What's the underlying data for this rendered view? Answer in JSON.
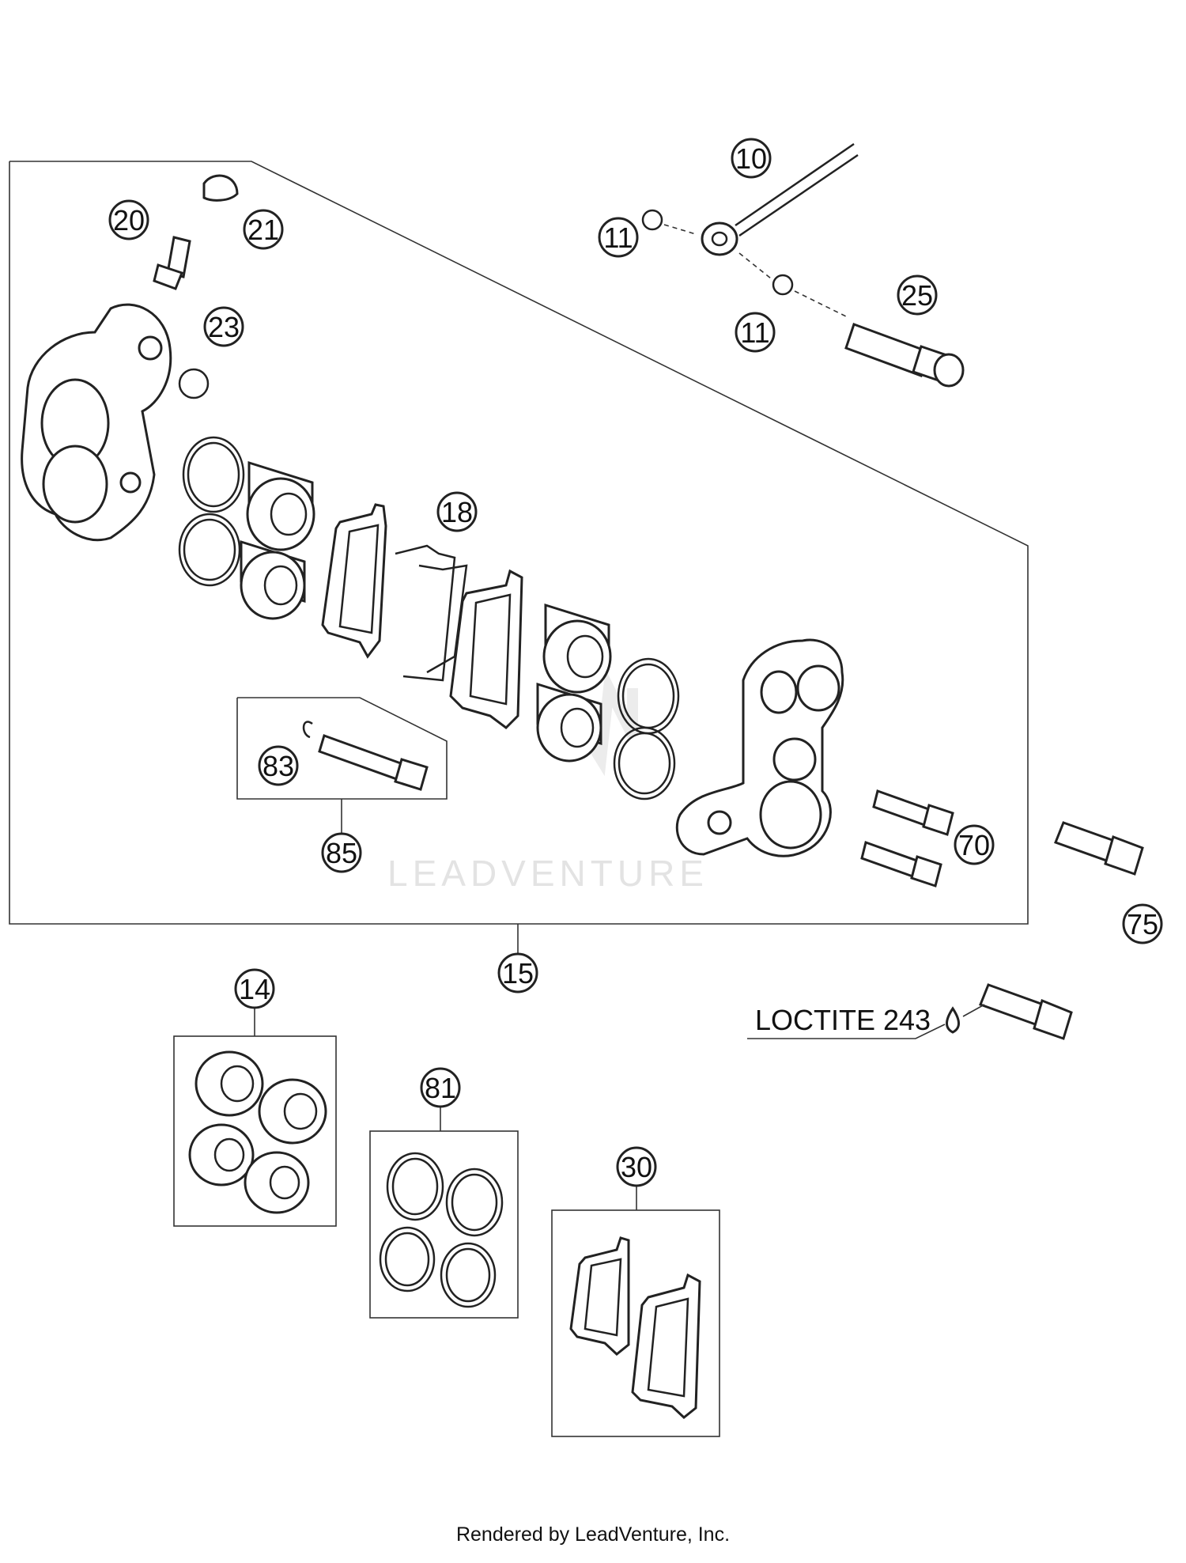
{
  "callouts": {
    "c10": "10",
    "c11a": "11",
    "c11b": "11",
    "c25": "25",
    "c20": "20",
    "c21": "21",
    "c23": "23",
    "c18": "18",
    "c83": "83",
    "c85": "85",
    "c70": "70",
    "c75": "75",
    "c15": "15",
    "c14": "14",
    "c81": "81",
    "c30": "30"
  },
  "note": "LOCTITE 243",
  "watermark": "LEADVENTURE",
  "footer": "Rendered by LeadVenture, Inc."
}
